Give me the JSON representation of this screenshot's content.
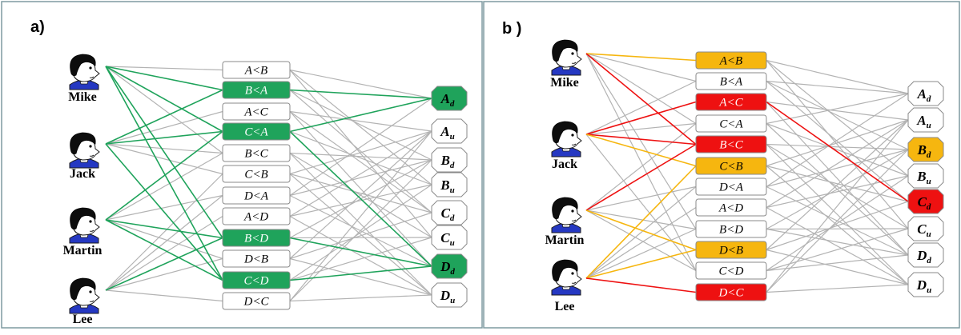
{
  "colors": {
    "edge_default": "#b3b3b3",
    "green": "#1fa35b",
    "orange": "#f6b60f",
    "red": "#ee1111",
    "box_stroke": "#8a8a8a",
    "panel_border": "#7e9aa0"
  },
  "panels": [
    {
      "id": "a",
      "label": "a)",
      "persons": [
        "Mike",
        "Jack",
        "Martin",
        "Lee"
      ],
      "comparisons": [
        {
          "text": "A<B",
          "state": "none"
        },
        {
          "text": "B<A",
          "state": "green"
        },
        {
          "text": "A<C",
          "state": "none"
        },
        {
          "text": "C<A",
          "state": "green"
        },
        {
          "text": "B<C",
          "state": "none"
        },
        {
          "text": "C<B",
          "state": "none"
        },
        {
          "text": "D<A",
          "state": "none"
        },
        {
          "text": "A<D",
          "state": "none"
        },
        {
          "text": "B<D",
          "state": "green"
        },
        {
          "text": "D<B",
          "state": "none"
        },
        {
          "text": "C<D",
          "state": "green"
        },
        {
          "text": "D<C",
          "state": "none"
        }
      ],
      "outcomes": [
        {
          "main": "A",
          "sub": "d",
          "state": "green"
        },
        {
          "main": "A",
          "sub": "u",
          "state": "none"
        },
        {
          "main": "B",
          "sub": "d",
          "state": "none"
        },
        {
          "main": "B",
          "sub": "u",
          "state": "none"
        },
        {
          "main": "C",
          "sub": "d",
          "state": "none"
        },
        {
          "main": "C",
          "sub": "u",
          "state": "none"
        },
        {
          "main": "D",
          "sub": "d",
          "state": "green"
        },
        {
          "main": "D",
          "sub": "u",
          "state": "none"
        }
      ]
    },
    {
      "id": "b",
      "label": "b )",
      "persons": [
        "Mike",
        "Jack",
        "Martin",
        "Lee"
      ],
      "comparisons": [
        {
          "text": "A<B",
          "state": "orange"
        },
        {
          "text": "B<A",
          "state": "none"
        },
        {
          "text": "A<C",
          "state": "red"
        },
        {
          "text": "C<A",
          "state": "none"
        },
        {
          "text": "B<C",
          "state": "red"
        },
        {
          "text": "C<B",
          "state": "orange"
        },
        {
          "text": "D<A",
          "state": "none"
        },
        {
          "text": "A<D",
          "state": "none"
        },
        {
          "text": "B<D",
          "state": "none"
        },
        {
          "text": "D<B",
          "state": "orange"
        },
        {
          "text": "C<D",
          "state": "none"
        },
        {
          "text": "D<C",
          "state": "red"
        }
      ],
      "outcomes": [
        {
          "main": "A",
          "sub": "d",
          "state": "none"
        },
        {
          "main": "A",
          "sub": "u",
          "state": "none"
        },
        {
          "main": "B",
          "sub": "d",
          "state": "orange"
        },
        {
          "main": "B",
          "sub": "u",
          "state": "none"
        },
        {
          "main": "C",
          "sub": "d",
          "state": "red"
        },
        {
          "main": "C",
          "sub": "u",
          "state": "none"
        },
        {
          "main": "D",
          "sub": "d",
          "state": "none"
        },
        {
          "main": "D",
          "sub": "u",
          "state": "none"
        }
      ]
    }
  ]
}
